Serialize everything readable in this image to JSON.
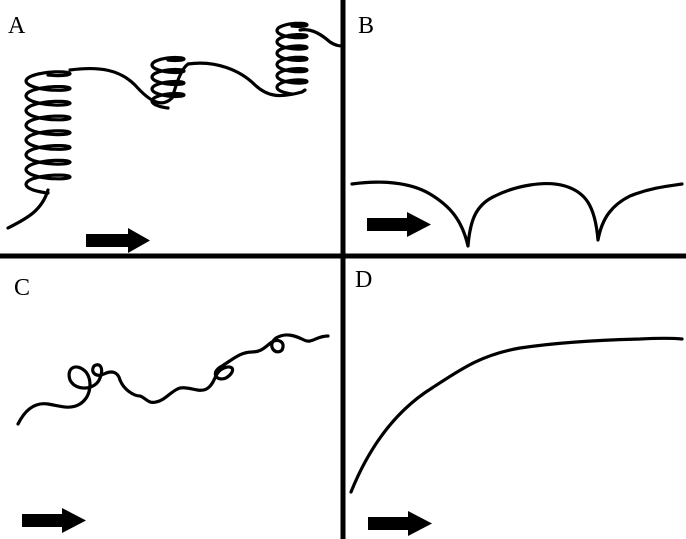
{
  "panels": [
    {
      "label": "A"
    },
    {
      "label": "B"
    },
    {
      "label": "C"
    },
    {
      "label": "D"
    }
  ],
  "colors": {
    "ink": "#000000",
    "background": "#ffffff"
  }
}
